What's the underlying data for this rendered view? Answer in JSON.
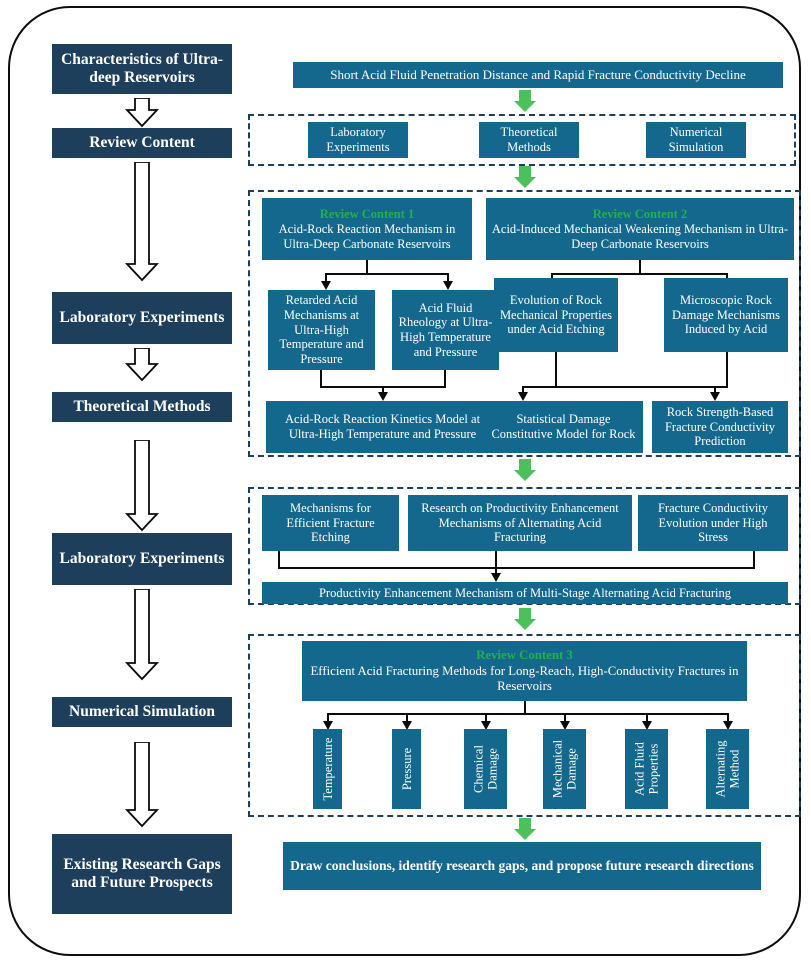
{
  "figure": {
    "type": "flowchart",
    "colors": {
      "navy": "#1d3f5c",
      "teal": "#14688d",
      "green_arrow": "#4cc05a",
      "green_heading": "#22b14c",
      "frame": "#0d0d0d",
      "connector": "#0b0b0b"
    }
  },
  "left_column": {
    "items": [
      {
        "label": "Characteristics of Ultra-deep Reservoirs"
      },
      {
        "label": "Review Content"
      },
      {
        "label": "Laboratory Experiments"
      },
      {
        "label": "Theoretical Methods"
      },
      {
        "label": "Laboratory Experiments"
      },
      {
        "label": "Numerical Simulation"
      },
      {
        "label": "Existing Research Gaps and Future Prospects"
      }
    ]
  },
  "problem_statement": {
    "label": "Short Acid Fluid Penetration Distance and Rapid Fracture Conductivity Decline"
  },
  "methods_group": {
    "items": [
      {
        "label": "Laboratory Experiments"
      },
      {
        "label": "Theoretical Methods"
      },
      {
        "label": "Numerical Simulation"
      }
    ]
  },
  "group_review_12": {
    "review_content_1": {
      "heading": "Review Content 1",
      "body": "Acid-Rock Reaction Mechanism in Ultra-Deep Carbonate Reservoirs",
      "children": [
        {
          "label": "Retarded Acid Mechanisms at Ultra-High Temperature and Pressure"
        },
        {
          "label": "Acid Fluid Rheology at Ultra-High Temperature and Pressure"
        }
      ],
      "outcome": {
        "label": "Acid-Rock Reaction Kinetics Model at Ultra-High Temperature and Pressure"
      }
    },
    "review_content_2": {
      "heading": "Review Content 2",
      "body": "Acid-Induced Mechanical Weakening Mechanism in Ultra-Deep Carbonate Reservoirs",
      "children": [
        {
          "label": "Evolution of Rock Mechanical Properties under Acid Etching"
        },
        {
          "label": "Microscopic Rock Damage Mechanisms Induced by Acid"
        }
      ],
      "outcomes": [
        {
          "label": "Statistical Damage Constitutive Model for Rock"
        },
        {
          "label": "Rock Strength-Based Fracture Conductivity Prediction"
        }
      ]
    }
  },
  "group_productivity": {
    "items": [
      {
        "label": "Mechanisms for Efficient Fracture Etching"
      },
      {
        "label": "Research on Productivity Enhancement Mechanisms of Alternating Acid Fracturing"
      },
      {
        "label": "Fracture Conductivity Evolution under High Stress"
      }
    ],
    "outcome": {
      "label": "Productivity Enhancement Mechanism of Multi-Stage Alternating Acid Fracturing"
    }
  },
  "group_review_3": {
    "heading": "Review Content 3",
    "body": "Efficient Acid Fracturing Methods for Long-Reach, High-Conductivity Fractures in Reservoirs",
    "factors": [
      {
        "label": "Temperature"
      },
      {
        "label": "Pressure"
      },
      {
        "label": "Chemical Damage"
      },
      {
        "label": "Mechanical Damage"
      },
      {
        "label": "Acid Fluid Properties"
      },
      {
        "label": "Alternating Method"
      }
    ]
  },
  "conclusion": {
    "label": "Draw conclusions, identify research gaps, and propose future research directions"
  }
}
